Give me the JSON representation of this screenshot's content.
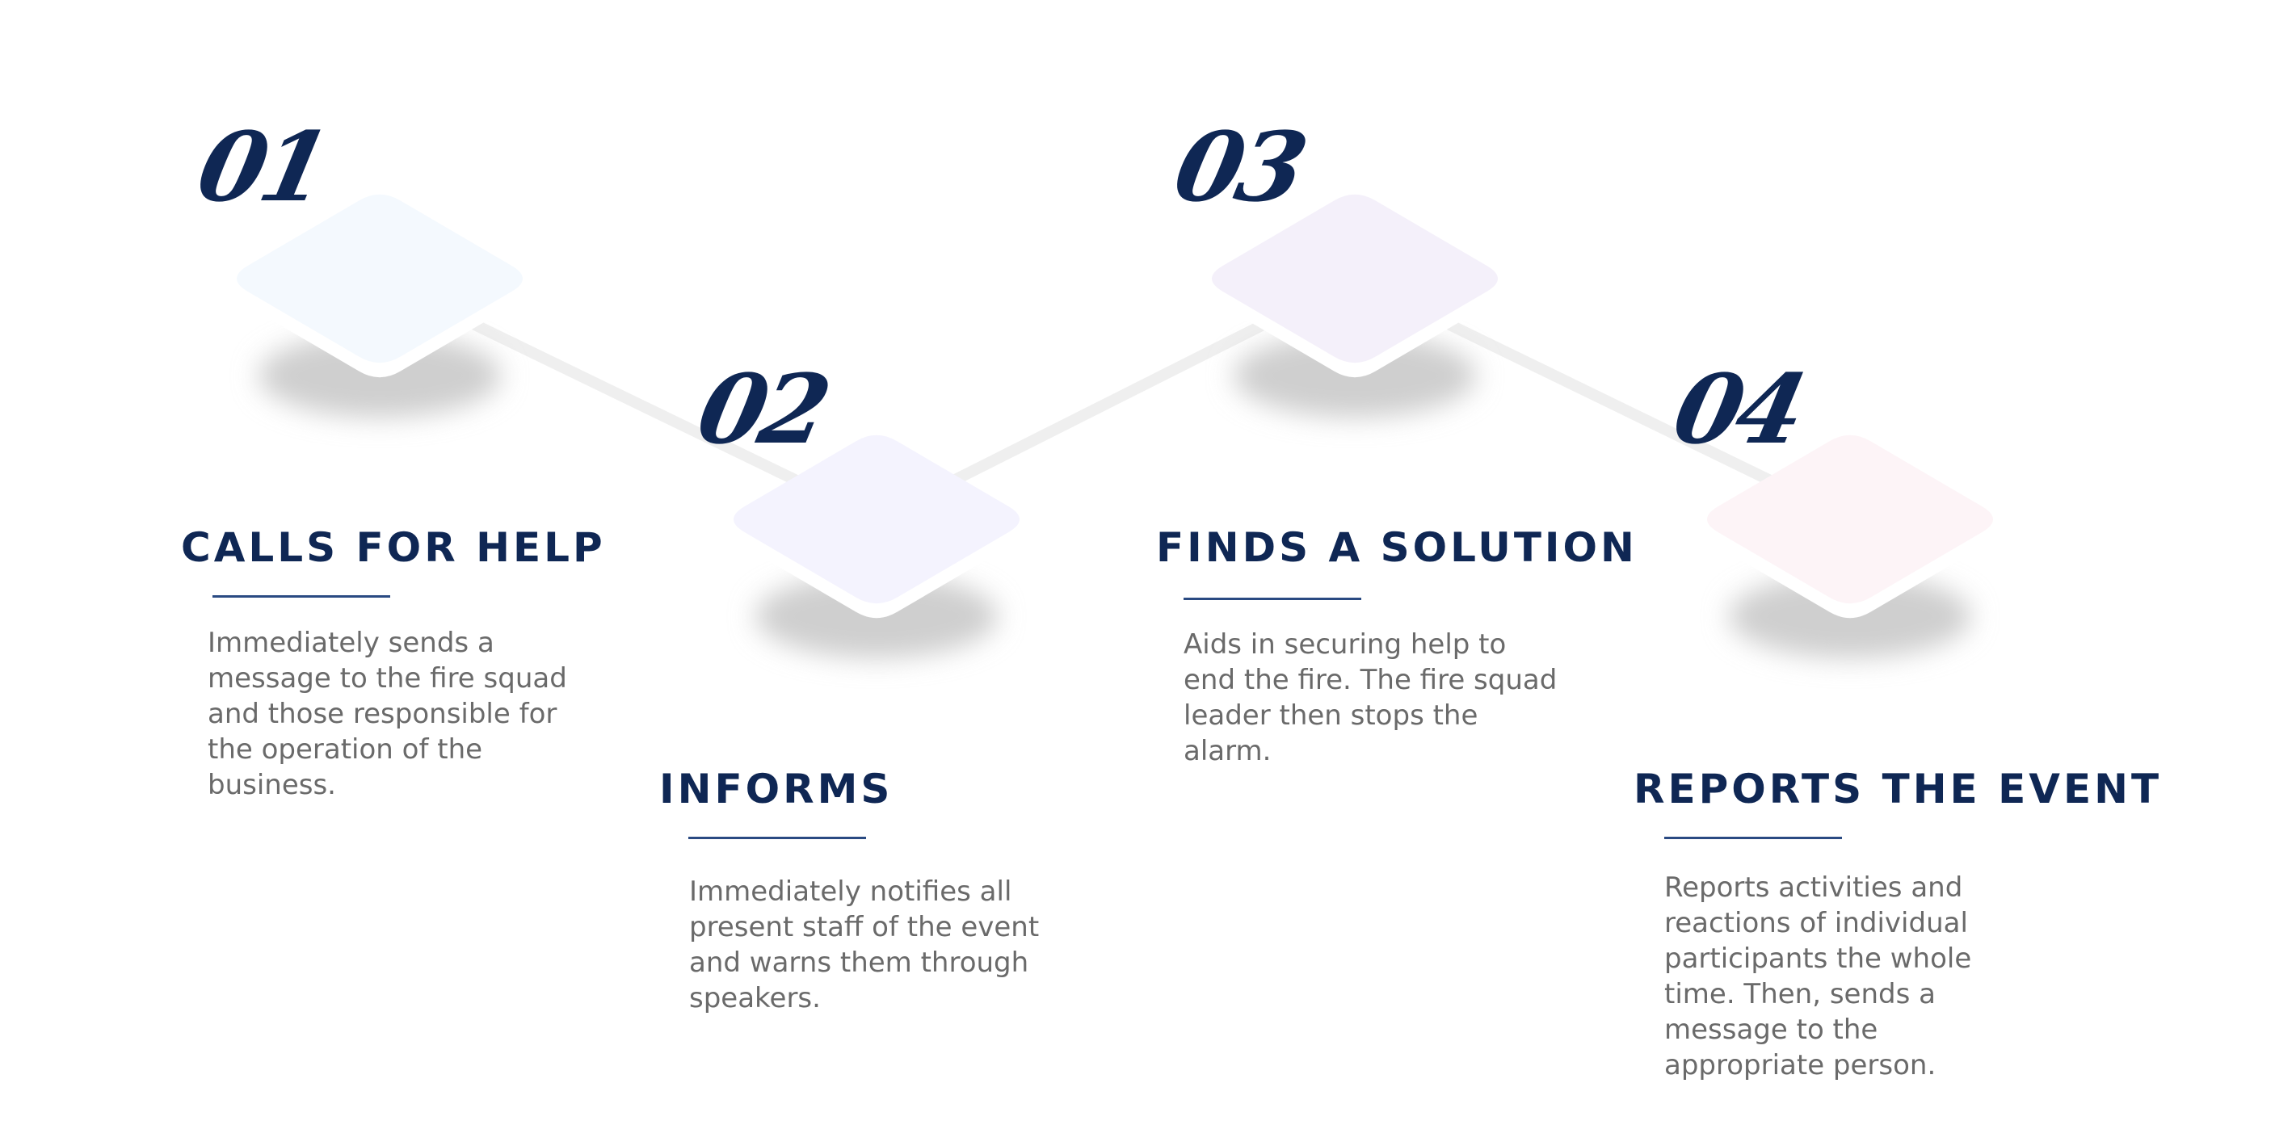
{
  "steps": [
    {
      "number": "01",
      "title": "CALLS FOR HELP",
      "description_lines": [
        "Immediately sends a",
        "message to the fire squad",
        "and those responsible for",
        "the operation of the",
        "business."
      ],
      "tile_color": "#f4f9fe"
    },
    {
      "number": "02",
      "title": "INFORMS",
      "description_lines": [
        "Immediately notifies all",
        "present staff of the event",
        "and warns them through",
        "speakers."
      ],
      "tile_color": "#f4f3fe"
    },
    {
      "number": "03",
      "title": "FINDS A SOLUTION",
      "description_lines": [
        "Aids in securing help to",
        "end the fire. The fire squad",
        "leader then stops the",
        "alarm."
      ],
      "tile_color": "#f4f0fa"
    },
    {
      "number": "04",
      "title": "REPORTS THE EVENT",
      "description_lines": [
        "Reports activities and",
        "reactions of individual",
        "participants the whole",
        "time. Then, sends a",
        "message to the",
        "appropriate person."
      ],
      "tile_color": "#fdf4f7"
    }
  ],
  "colors": {
    "heading": "#0f2754",
    "rule": "#2a4a82",
    "body_text": "#6a6a6a",
    "connector": "#efefef",
    "tile_shadow": "#cfcfcf"
  }
}
